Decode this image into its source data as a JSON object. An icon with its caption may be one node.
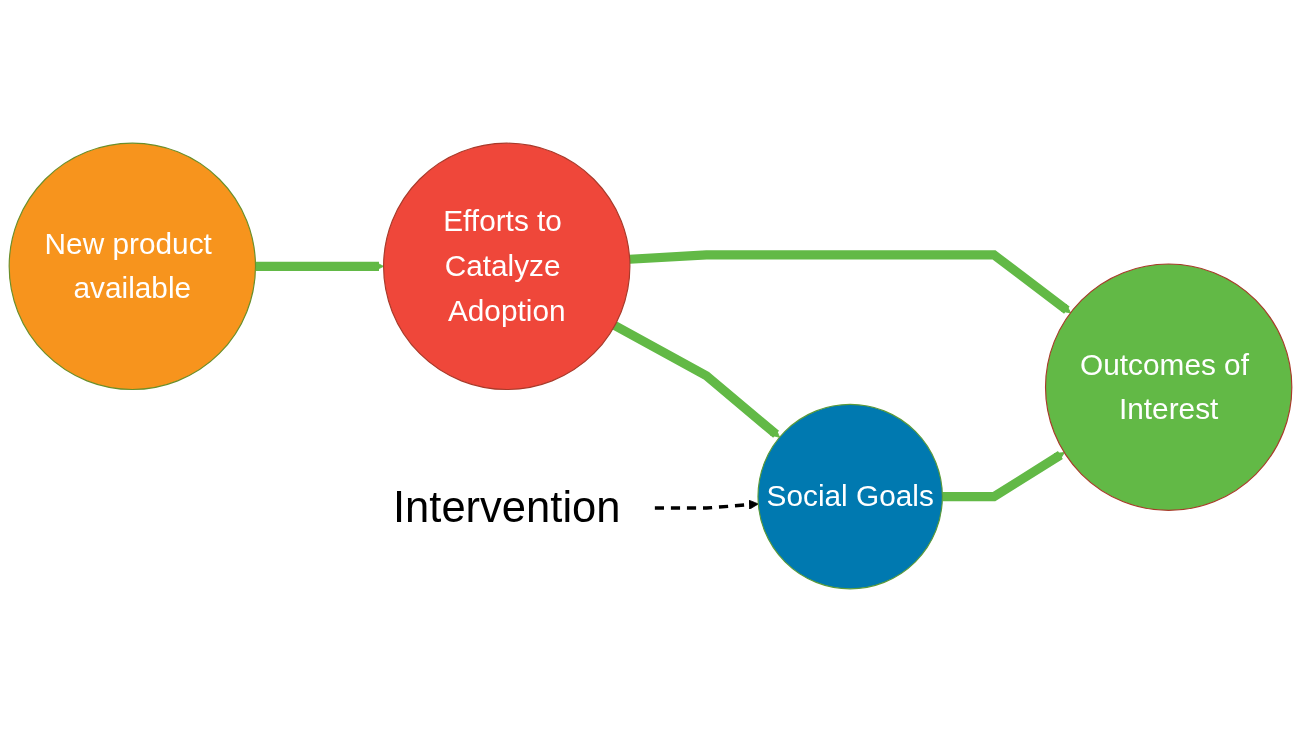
{
  "diagram": {
    "nodes": [
      {
        "text": [
          "New product available"
        ]
      },
      {
        "text": [
          "Efforts to Catalyze Adoption"
        ]
      },
      {
        "text": [
          "Outcomes of Interest"
        ]
      },
      {
        "text": [
          "Social Goals"
        ]
      },
      {
        "text": [
          "Intervention"
        ]
      }
    ],
    "edges": [
      {
        "from": 0,
        "to": 1,
        "arrow": "to"
      },
      {
        "from": 1,
        "to": 2,
        "arrow": "to"
      },
      {
        "from": 1,
        "to": 3,
        "arrow": "to"
      },
      {
        "from": 3,
        "to": 2,
        "arrow": "to"
      },
      {
        "from": 4,
        "to": 3,
        "arrow": "to",
        "style": "dashed",
        "color": "#000000"
      }
    ]
  }
}
